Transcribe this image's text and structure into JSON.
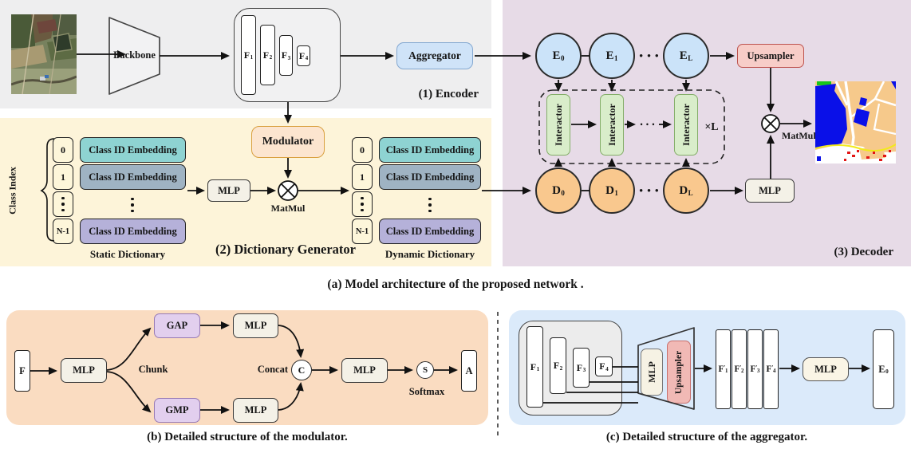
{
  "colors": {
    "encoder_panel": "#eeeeef",
    "dictionary_panel": "#fdf4d9",
    "decoder_panel": "#e7dbe7",
    "modulator_panel": "#fadcc1",
    "aggregator_panel": "#dbeafa",
    "embedding_teal": "#8ed3d2",
    "embedding_slate": "#9fb3c3",
    "embedding_lavender": "#b5b1d9",
    "encoder_token_blue": "#cbe3f9",
    "decoder_token_orange": "#f9c88e",
    "interactor_green": "#d9edca",
    "upsampler_pink": "#f7cdc8",
    "pooling_purple": "#e2cfee",
    "modulator_peach": "#fce5cf",
    "aggregator_blue": "#cfe3f8"
  },
  "captions": {
    "a": "(a) Model architecture of the proposed network .",
    "b": "(b) Detailed structure of the modulator.",
    "c": "(c) Detailed structure of the aggregator."
  },
  "encoder": {
    "title": "(1) Encoder",
    "backbone": "Backbone",
    "aggregator": "Aggregator",
    "features": [
      {
        "base": "F",
        "sub": "1"
      },
      {
        "base": "F",
        "sub": "2"
      },
      {
        "base": "F",
        "sub": "3"
      },
      {
        "base": "F",
        "sub": "4"
      }
    ]
  },
  "dictionary": {
    "title": "(2) Dictionary Generator",
    "class_index": "Class Index",
    "static_label": "Static Dictionary",
    "dynamic_label": "Dynamic Dictionary",
    "mlp": "MLP",
    "modulator": "Modulator",
    "matmul": "MatMul",
    "row_indices": [
      "0",
      "1",
      "N-1"
    ],
    "embedding_label": "Class ID Embedding"
  },
  "decoder": {
    "title": "(3) Decoder",
    "e_nodes": [
      {
        "base": "E",
        "sub": "0"
      },
      {
        "base": "E",
        "sub": "1"
      },
      {
        "base": "E",
        "sub": "L"
      }
    ],
    "d_nodes": [
      {
        "base": "D",
        "sub": "0"
      },
      {
        "base": "D",
        "sub": "1"
      },
      {
        "base": "D",
        "sub": "L"
      }
    ],
    "dots": "• • •",
    "small_dots": "• • •",
    "interactor": "Interactor",
    "times_l": "×L",
    "upsampler": "Upsampler",
    "mlp": "MLP",
    "matmul": "MatMul"
  },
  "modulator_detail": {
    "f": "F",
    "mlp_in": "MLP",
    "chunk": "Chunk",
    "gap": "GAP",
    "gmp": "GMP",
    "mlp_gap": "MLP",
    "mlp_gmp": "MLP",
    "concat": "Concat",
    "concat_symbol": "C",
    "mlp_out": "MLP",
    "softmax_symbol": "S",
    "softmax": "Softmax",
    "a": "A"
  },
  "aggregator_detail": {
    "features_in": [
      {
        "base": "F",
        "sub": "1"
      },
      {
        "base": "F",
        "sub": "2"
      },
      {
        "base": "F",
        "sub": "3"
      },
      {
        "base": "F",
        "sub": "4"
      }
    ],
    "mlp_vertical": "MLP",
    "upsampler": "Upsampler",
    "features_out": [
      {
        "base": "F",
        "prime": "′",
        "sub": "1"
      },
      {
        "base": "F",
        "prime": "′",
        "sub": "2"
      },
      {
        "base": "F",
        "prime": "′",
        "sub": "3"
      },
      {
        "base": "F",
        "prime": "′",
        "sub": "4"
      }
    ],
    "mlp_out": "MLP",
    "e0": {
      "base": "E",
      "sub": "0"
    }
  }
}
